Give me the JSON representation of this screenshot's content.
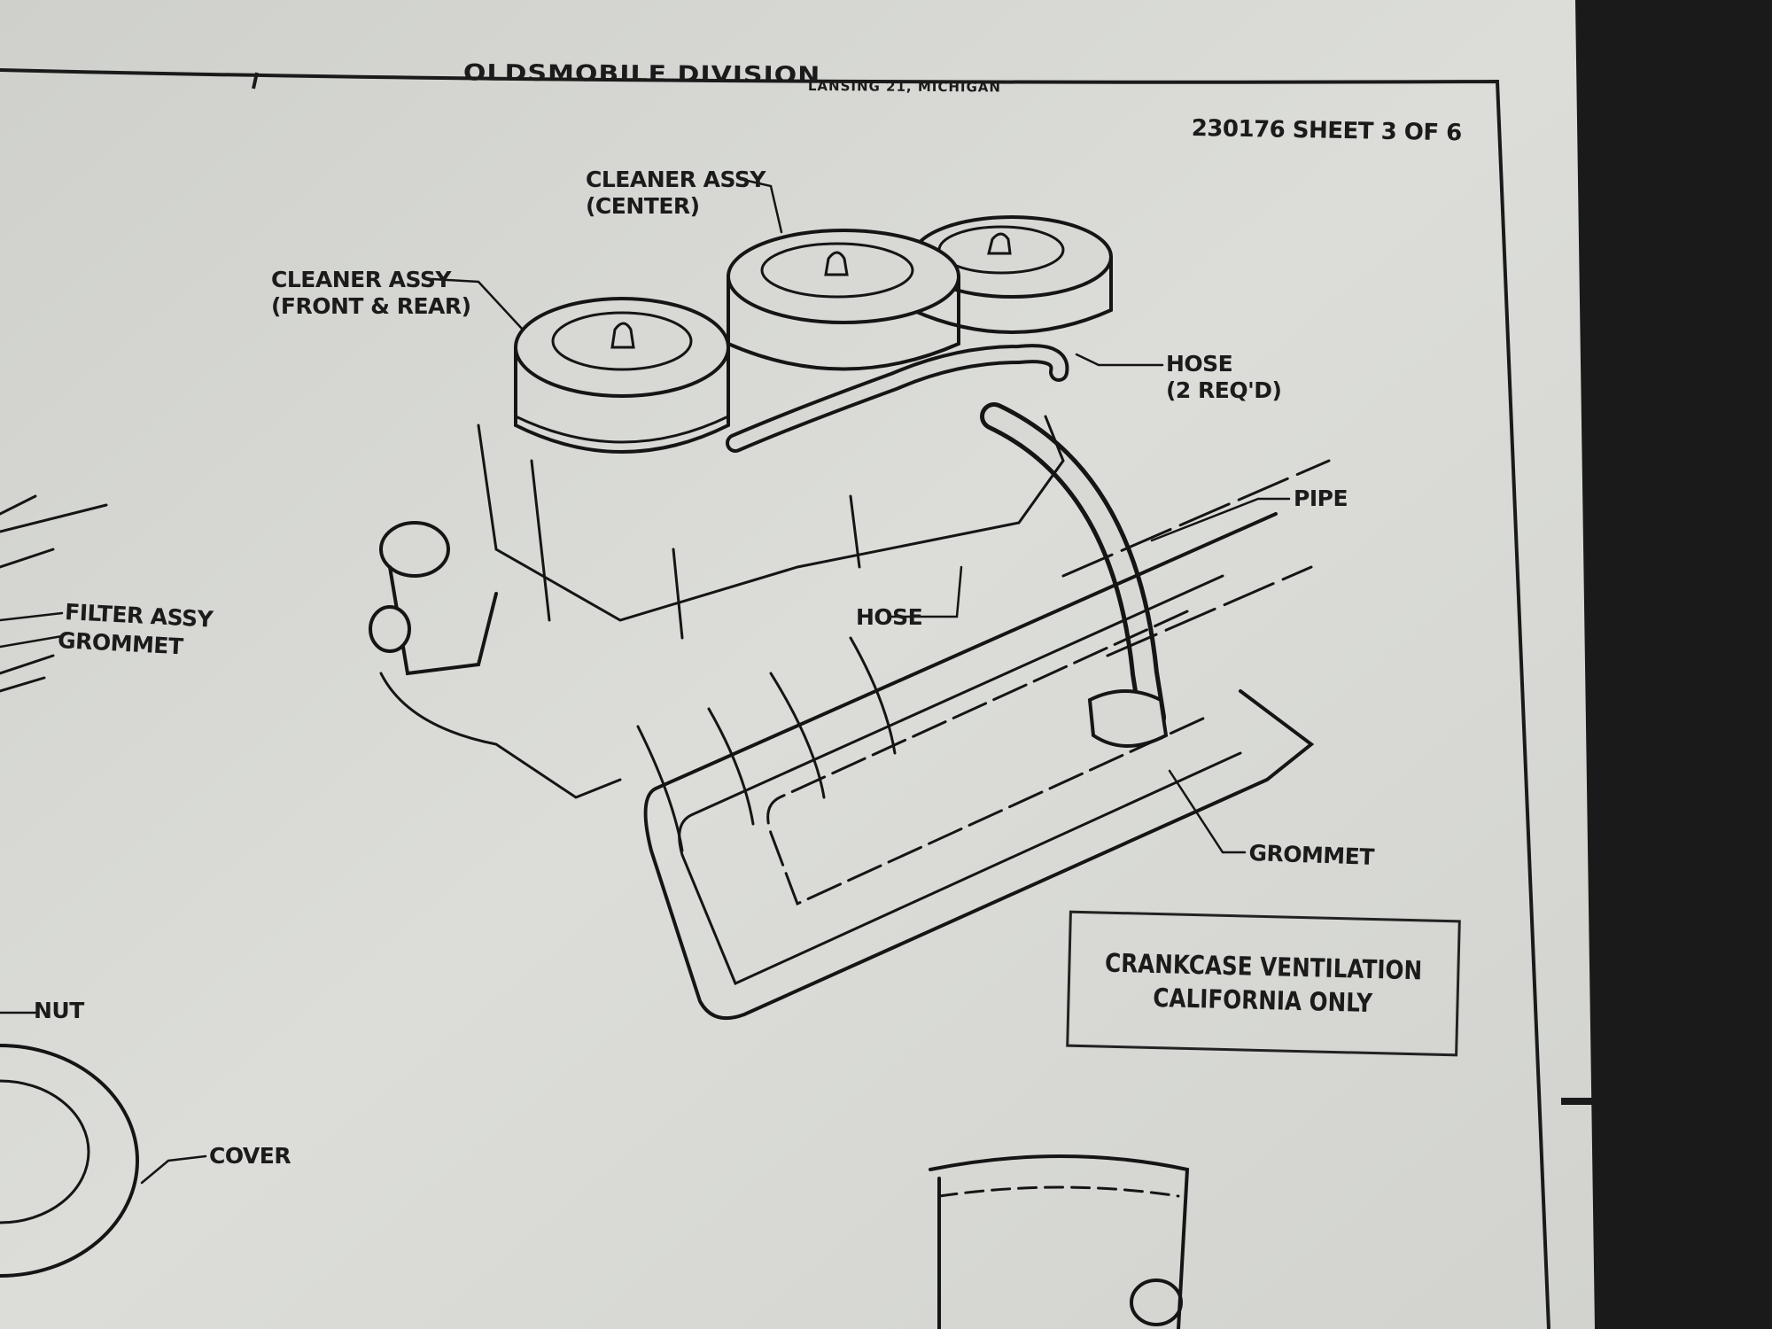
{
  "header": {
    "division": "OLDSMOBILE DIVISION",
    "location": "LANSING 21, MICHIGAN",
    "sheet_ref": "230176  SHEET 3 OF 6"
  },
  "labels": {
    "cleaner_center": [
      "CLEANER ASSY",
      "(CENTER)"
    ],
    "cleaner_front_rear": [
      "CLEANER ASSY",
      "(FRONT & REAR)"
    ],
    "hose_2": [
      "HOSE",
      "(2 REQ'D)"
    ],
    "pipe": "PIPE",
    "hose": "HOSE",
    "filter_assy": "FILTER ASSY",
    "grommet_left": "GROMMET",
    "grommet": "GROMMET",
    "nut": "NUT",
    "cover": "COVER"
  },
  "note_box": [
    "CRANKCASE VENTILATION",
    "CALIFORNIA ONLY"
  ]
}
